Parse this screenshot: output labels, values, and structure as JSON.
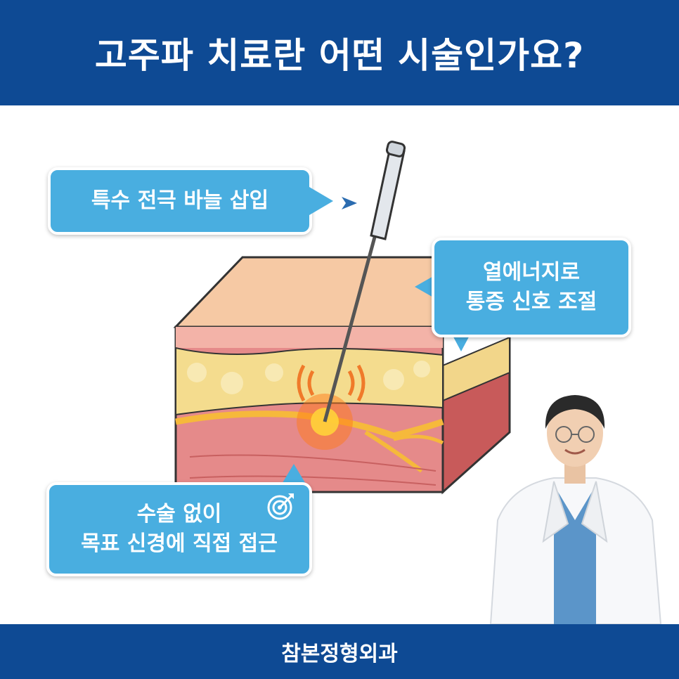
{
  "header": {
    "title": "고주파 치료란 어떤 시술인가요?"
  },
  "callouts": {
    "needle": {
      "lines": [
        "특수 전극 바늘 삽입"
      ],
      "icon": "arrow-pointer-icon"
    },
    "heat": {
      "lines": [
        "열에너지로",
        "통증 신호 조절"
      ]
    },
    "target": {
      "lines": [
        "수술 없이",
        "목표 신경에 직접 접근"
      ],
      "icon": "target-icon"
    }
  },
  "footer": {
    "brand": "참본정형외과"
  },
  "colors": {
    "brand_navy": "#0e4a94",
    "callout_blue": "#49aee0"
  },
  "illustration": {
    "subject": "skin-cross-section-with-electrode-needle",
    "doctor": "doctor-in-white-coat"
  }
}
